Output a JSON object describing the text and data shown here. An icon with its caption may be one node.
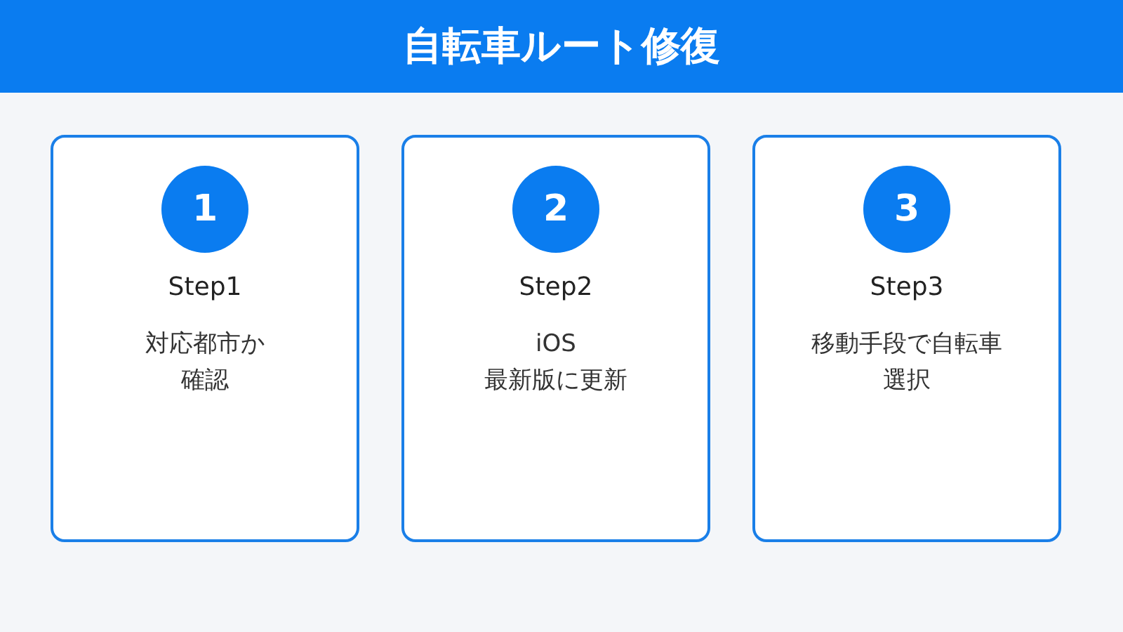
{
  "diagram": {
    "title": "自転車ルート修復",
    "nodes": [
      {
        "text": [
          "Step1",
          "対応都市か確認"
        ]
      },
      {
        "text": [
          "1"
        ],
        "in": 0
      },
      {
        "text": [
          "Step2",
          "iOS 最新版に更新"
        ]
      },
      {
        "text": [
          "2"
        ],
        "in": 2
      },
      {
        "text": [
          "Step3",
          "移動手段で自転車選択"
        ]
      },
      {
        "text": [
          "3"
        ],
        "in": 4
      }
    ]
  }
}
